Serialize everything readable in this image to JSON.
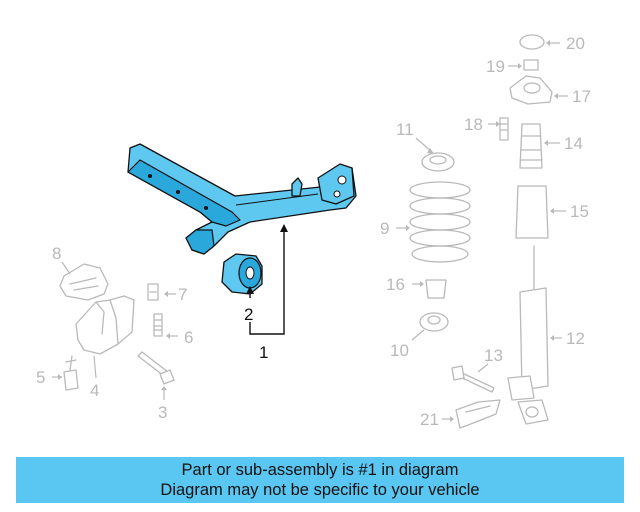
{
  "callouts": {
    "c1": "1",
    "c2": "2",
    "c3": "3",
    "c4": "4",
    "c5": "5",
    "c6": "6",
    "c7": "7",
    "c8": "8",
    "c9": "9",
    "c10": "10",
    "c11": "11",
    "c12": "12",
    "c13": "13",
    "c14": "14",
    "c15": "15",
    "c16": "16",
    "c17": "17",
    "c18": "18",
    "c19": "19",
    "c20": "20",
    "c21": "21"
  },
  "banner": {
    "line1": "Part or sub-assembly is #1 in diagram",
    "line2": "Diagram may not be specific to your vehicle"
  },
  "colors": {
    "highlight": "#5ec8f0",
    "banner": "#5ac6f2",
    "ghost_parts": "#b9b9b9"
  }
}
